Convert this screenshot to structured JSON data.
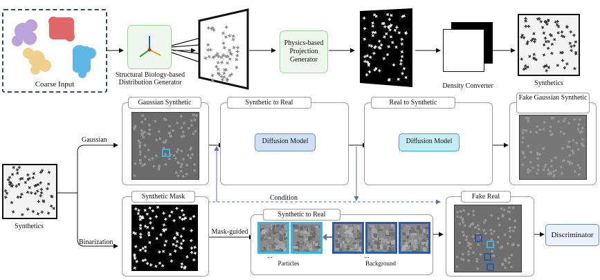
{
  "labels": {
    "coarse_input": "Coarse Input",
    "distribution_generator": "Structural Biology-based Distribution Generator",
    "projection_generator": "Physics-based Projection Generator",
    "density_converter": "Density Converter",
    "synthetics_top": "Synthetics",
    "synthetics_left": "Synthetics",
    "gaussian_synthetic": "Gaussian Synthetic",
    "synthetic_to_real_top": "Synthetic to Real",
    "real_to_synthetic": "Real to Synthetic",
    "fake_gaussian_synthetic": "Fake Gaussian Synthetic",
    "diffusion_model_1": "Diffusion Model",
    "diffusion_model_2": "Diffusion Model",
    "gaussian_branch": "Gaussian",
    "binarization_branch": "Binarization",
    "synthetic_mask": "Synthetic Mask",
    "condition": "Condition",
    "mask_guided": "Mask-guided",
    "synthetic_to_real_bottom": "Synthetic to Real",
    "particles": "Particles",
    "background": "Background",
    "ellipsis_particles": "...",
    "ellipsis_background": "...",
    "fake_real": "Fake Real",
    "discriminator": "Discriminator"
  },
  "colors": {
    "green_box_fill": "#eef8ec",
    "green_box_border": "#9fd49b",
    "diffusion_block_fill": "#cfe0f5",
    "diffusion_block_fill_2": "#c6ecf4",
    "highlight_cyan": "#35b6e6",
    "highlight_blue": "#2a5aa8",
    "arrow_blue": "#5a6fb0",
    "dashed_border": "#2b4a66"
  },
  "icons": {
    "axes": "xyz-axes-icon",
    "bidirectional": "double-arrow-icon"
  }
}
